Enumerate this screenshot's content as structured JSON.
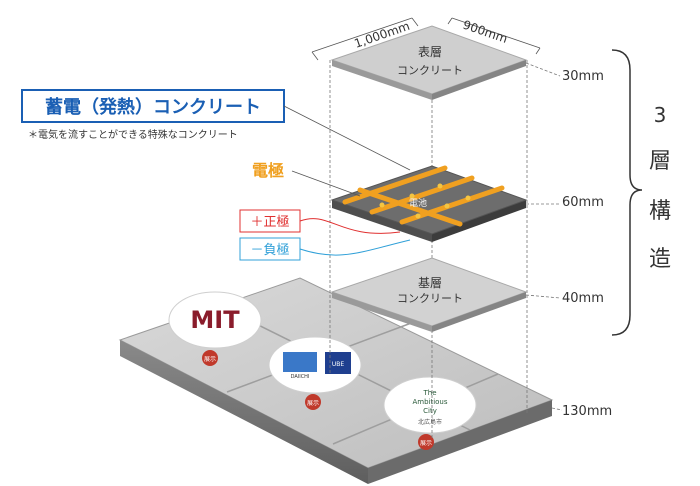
{
  "dimensions": {
    "width": "1,000mm",
    "depth": "900mm"
  },
  "layers": {
    "top": {
      "line1": "表層",
      "line2": "コンクリート",
      "thickness": "30mm"
    },
    "middle": {
      "thickness": "60mm",
      "embedded_label": "電池"
    },
    "base": {
      "line1": "基層",
      "line2": "コンクリート",
      "thickness": "40mm"
    }
  },
  "slab_thickness": "130mm",
  "callouts": {
    "title": "蓄電（発熱）コンクリート",
    "note": "＊電気を流すことができる特殊なコンクリート",
    "electrode": "電極",
    "positive": "＋正極",
    "negative": "－負極"
  },
  "structure": {
    "number": "3",
    "chars": [
      "層",
      "構",
      "造"
    ]
  },
  "tiles": {
    "badge": "展示",
    "logos": [
      {
        "name": "MIT logo",
        "text": "MIT"
      },
      {
        "name": "partner logos",
        "text_left": "DAIICHI",
        "text_right": "UBE"
      },
      {
        "name": "The Ambitious City logo",
        "line1": "The",
        "line2": "Ambitious",
        "line3": "City",
        "sub": "北広島市"
      }
    ]
  },
  "colors": {
    "electrode": "#f0a020",
    "title_border": "#1a5fb4",
    "title_text": "#1a5fb4",
    "positive": "#e03030",
    "negative": "#30a0d8",
    "layer_top": "#cfcfcf",
    "layer_mid": "#6d6d6d",
    "badge": "#c0392b"
  }
}
